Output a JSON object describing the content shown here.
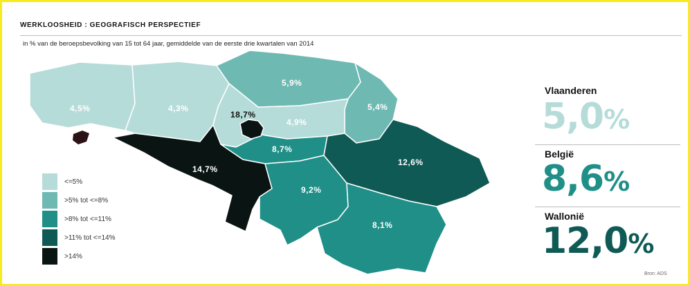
{
  "header": {
    "title": "WERKLOOSHEID : GEOGRAFISCH PERSPECTIEF",
    "subtitle": "in % van de beroepsbevolking van 15 tot 64 jaar, gemiddelde van de eerste drie kwartalen van 2014"
  },
  "map": {
    "regions": [
      {
        "id": "west-vlaanderen",
        "label": "4,5%",
        "class": "<=5%"
      },
      {
        "id": "oost-vlaanderen",
        "label": "4,3%",
        "class": "<=5%"
      },
      {
        "id": "antwerpen",
        "label": "5,9%",
        "class": ">5% tot <=8%"
      },
      {
        "id": "limburg",
        "label": "5,4%",
        "class": ">5% tot <=8%"
      },
      {
        "id": "brussel",
        "label": "18,7%",
        "class": ">14%"
      },
      {
        "id": "vlaams-brabant",
        "label": "4,9%",
        "class": "<=5%"
      },
      {
        "id": "waals-brabant",
        "label": "8,7%",
        "class": ">8% tot <=11%"
      },
      {
        "id": "henegouwen",
        "label": "14,7%",
        "class": ">14%"
      },
      {
        "id": "luik",
        "label": "12,6%",
        "class": ">11% tot <=14%"
      },
      {
        "id": "namen",
        "label": "9,2%",
        "class": ">8% tot <=11%"
      },
      {
        "id": "luxemburg",
        "label": "8,1%",
        "class": ">8% tot <=11%"
      }
    ]
  },
  "legend": {
    "items": [
      {
        "label": "<=5%",
        "color": "#b5dcd9"
      },
      {
        "label": ">5% tot <=8%",
        "color": "#6fb9b3"
      },
      {
        "label": ">8% tot <=11%",
        "color": "#1f8f88"
      },
      {
        "label": ">11% tot <=14%",
        "color": "#0f5a55"
      },
      {
        "label": ">14%",
        "color": "#0a1513"
      }
    ]
  },
  "stats": [
    {
      "name": "Vlaanderen",
      "value": "5,0",
      "unit": "%",
      "color": "#b5dcd9"
    },
    {
      "name": "België",
      "value": "8,6",
      "unit": "%",
      "color": "#1f8f88"
    },
    {
      "name": "Wallonië",
      "value": "12,0",
      "unit": "%",
      "color": "#0f5a55"
    }
  ],
  "source": "Bron: ADS",
  "colors": {
    "frame": "#f7ea1e"
  }
}
